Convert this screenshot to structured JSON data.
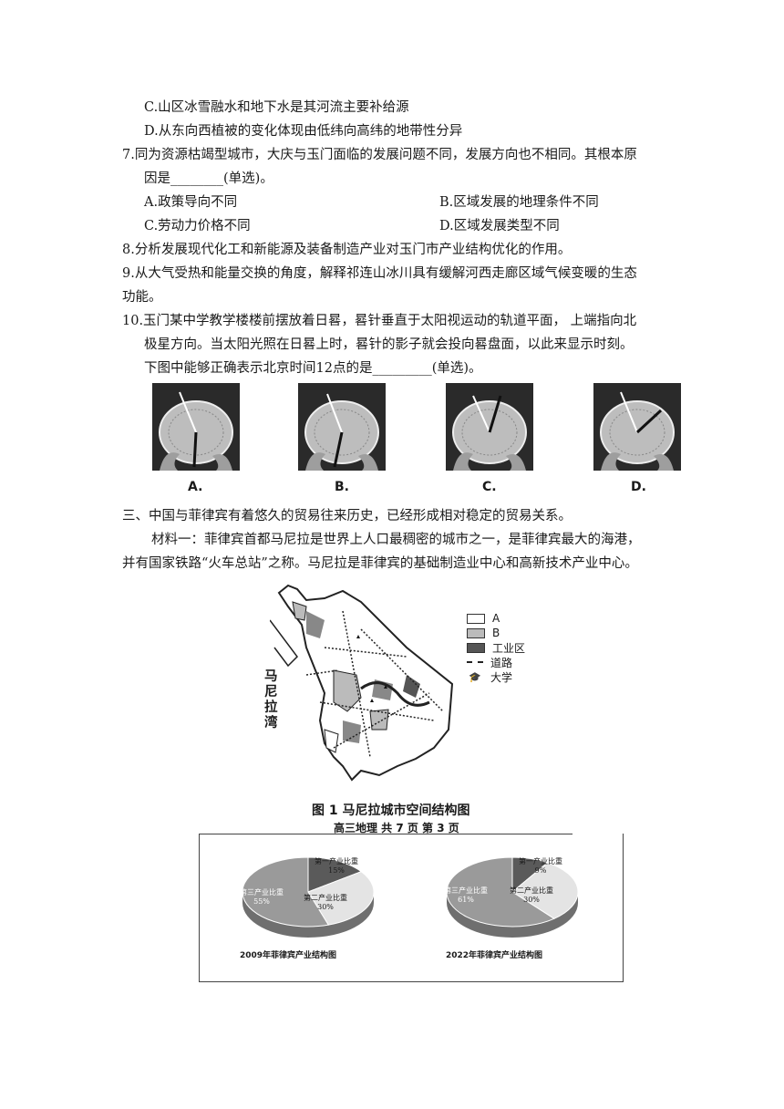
{
  "q6": {
    "optC": "C.山区冰雪融水和地下水是其河流主要补给源",
    "optD": "D.从东向西植被的变化体现由低纬向高纬的地带性分异"
  },
  "q7": {
    "line1": "7.同为资源枯竭型城市，大庆与玉门面临的发展问题不同，发展方向也不相同。其根本原",
    "line2": "因是________(单选)。",
    "optA": "A.政策导向不同",
    "optB": "B.区域发展的地理条件不同",
    "optC": "C.劳动力价格不同",
    "optD": "D.区域发展类型不同"
  },
  "q8": "8.分析发展现代化工和新能源及装备制造产业对玉门市产业结构优化的作用。",
  "q9": {
    "line1": "9.从大气受热和能量交换的角度，解释祁连山冰川具有缓解河西走廊区域气候变暖的生态",
    "line2": "功能。"
  },
  "q10": {
    "line1": "10.玉门某中学教学楼楼前摆放着日晷，晷针垂直于太阳视运动的轨道平面， 上端指向北",
    "line2": "极星方向。当太阳光照在日晷上时，晷针的影子就会投向晷盘面，以此来显示时刻。",
    "line3": "下图中能够正确表示北京时间12点的是_________(单选)。",
    "labels": [
      "A.",
      "B.",
      "C.",
      "D."
    ]
  },
  "section3": {
    "heading": "三、中国与菲律宾有着悠久的贸易往来历史，已经形成相对稳定的贸易关系。",
    "material1_line1": "材料一：菲律宾首都马尼拉是世界上人口最稠密的城市之一，是菲律宾最大的海港，",
    "material1_line2": "并有国家铁路“火车总站”之称。马尼拉是菲律宾的基础制造业中心和高新技术产业中心。"
  },
  "map": {
    "bay_label": [
      "马",
      "尼",
      "拉",
      "湾"
    ],
    "legend": [
      "A",
      "B",
      "工业区",
      "道路",
      "大学"
    ],
    "caption": "图 1   马尼拉城市空间结构图"
  },
  "footer": "高三地理   共 7 页  第  3 页",
  "charts": [
    {
      "title": "2009年菲律宾产业结构图",
      "labels": [
        {
          "name": "第一产业比重",
          "value": "15%"
        },
        {
          "name": "第二产业比重",
          "value": "30%"
        },
        {
          "name": "第三产业比重",
          "value": "55%"
        }
      ]
    },
    {
      "title": "2022年菲律宾产业结构图",
      "labels": [
        {
          "name": "第一产业比重",
          "value": "9%"
        },
        {
          "name": "第二产业比重",
          "value": "30%"
        },
        {
          "name": "第三产业比重",
          "value": "61%"
        }
      ]
    }
  ],
  "chart_data": [
    {
      "type": "pie",
      "title": "2009年菲律宾产业结构图",
      "categories": [
        "第一产业比重",
        "第二产业比重",
        "第三产业比重"
      ],
      "values": [
        15,
        30,
        55
      ],
      "colors": [
        "#5a5a5a",
        "#e4e4e4",
        "#9a9a9a"
      ]
    },
    {
      "type": "pie",
      "title": "2022年菲律宾产业结构图",
      "categories": [
        "第一产业比重",
        "第二产业比重",
        "第三产业比重"
      ],
      "values": [
        9,
        30,
        61
      ],
      "colors": [
        "#5a5a5a",
        "#e4e4e4",
        "#9a9a9a"
      ]
    }
  ]
}
